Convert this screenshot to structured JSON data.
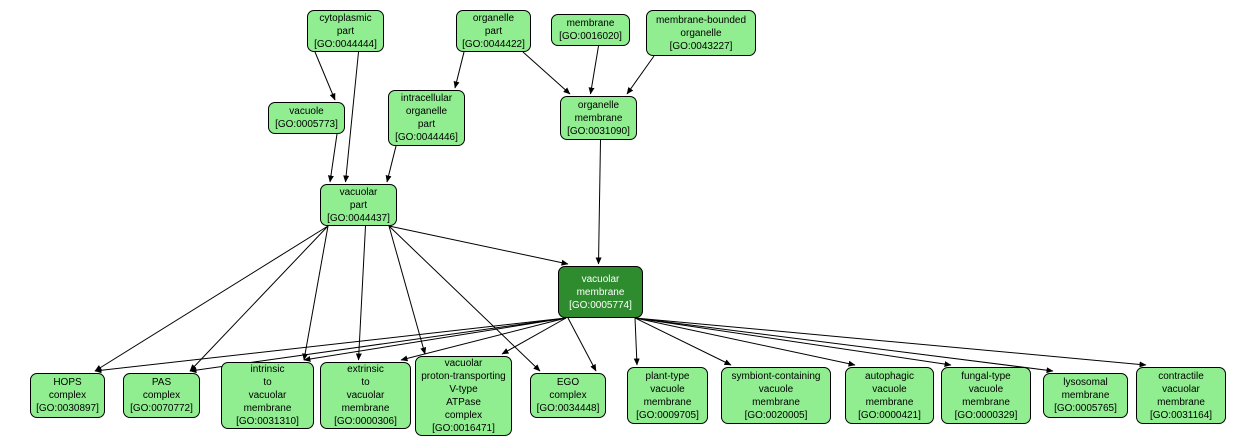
{
  "diagram": {
    "kind": "gene-ontology-term-graph",
    "background_color": "#ffffff",
    "node_fill_color": "#90ee90",
    "node_border_color": "#000000",
    "focus_node_fill_color": "#2e8b2e",
    "focus_node_text_color": "#ffffff",
    "edge_color": "#000000",
    "focus_node": "vacuolar_membrane"
  },
  "nodes": {
    "cytoplasmic_part": {
      "name": "cytoplasmic\npart",
      "id": "[GO:0044444]"
    },
    "organelle_part": {
      "name": "organelle\npart",
      "id": "[GO:0044422]"
    },
    "membrane": {
      "name": "membrane",
      "id": "[GO:0016020]"
    },
    "membrane_bounded_organelle": {
      "name": "membrane-bounded\norganelle",
      "id": "[GO:0043227]"
    },
    "vacuole": {
      "name": "vacuole",
      "id": "[GO:0005773]"
    },
    "intracellular_organelle_part": {
      "name": "intracellular\norganelle\npart",
      "id": "[GO:0044446]"
    },
    "organelle_membrane": {
      "name": "organelle\nmembrane",
      "id": "[GO:0031090]"
    },
    "vacuolar_part": {
      "name": "vacuolar\npart",
      "id": "[GO:0044437]"
    },
    "vacuolar_membrane": {
      "name": "vacuolar\nmembrane",
      "id": "[GO:0005774]"
    },
    "hops_complex": {
      "name": "HOPS\ncomplex",
      "id": "[GO:0030897]"
    },
    "pas_complex": {
      "name": "PAS\ncomplex",
      "id": "[GO:0070772]"
    },
    "intrinsic_to_vacuolar_membrane": {
      "name": "intrinsic\nto\nvacuolar\nmembrane",
      "id": "[GO:0031310]"
    },
    "extrinsic_to_vacuolar_membrane": {
      "name": "extrinsic\nto\nvacuolar\nmembrane",
      "id": "[GO:0000306]"
    },
    "vacuolar_proton_transporting_atpase_complex": {
      "name": "vacuolar\nproton-transporting\nV-type\nATPase\ncomplex",
      "id": "[GO:0016471]"
    },
    "ego_complex": {
      "name": "EGO\ncomplex",
      "id": "[GO:0034448]"
    },
    "plant_type_vacuole_membrane": {
      "name": "plant-type\nvacuole\nmembrane",
      "id": "[GO:0009705]"
    },
    "symbiont_containing_vacuole_membrane": {
      "name": "symbiont-containing\nvacuole\nmembrane",
      "id": "[GO:0020005]"
    },
    "autophagic_vacuole_membrane": {
      "name": "autophagic\nvacuole\nmembrane",
      "id": "[GO:0000421]"
    },
    "fungal_type_vacuole_membrane": {
      "name": "fungal-type\nvacuole\nmembrane",
      "id": "[GO:0000329]"
    },
    "lysosomal_membrane": {
      "name": "lysosomal\nmembrane",
      "id": "[GO:0005765]"
    },
    "contractile_vacuolar_membrane": {
      "name": "contractile\nvacuolar\nmembrane",
      "id": "[GO:0031164]"
    }
  },
  "edges": [
    {
      "from": "cytoplasmic_part",
      "to": "vacuole"
    },
    {
      "from": "cytoplasmic_part",
      "to": "vacuolar_part"
    },
    {
      "from": "organelle_part",
      "to": "intracellular_organelle_part"
    },
    {
      "from": "organelle_part",
      "to": "organelle_membrane"
    },
    {
      "from": "membrane",
      "to": "organelle_membrane"
    },
    {
      "from": "membrane_bounded_organelle",
      "to": "organelle_membrane"
    },
    {
      "from": "vacuole",
      "to": "vacuolar_part"
    },
    {
      "from": "intracellular_organelle_part",
      "to": "vacuolar_part"
    },
    {
      "from": "organelle_membrane",
      "to": "vacuolar_membrane"
    },
    {
      "from": "vacuolar_part",
      "to": "vacuolar_membrane"
    },
    {
      "from": "vacuolar_part",
      "to": "hops_complex"
    },
    {
      "from": "vacuolar_part",
      "to": "pas_complex"
    },
    {
      "from": "vacuolar_part",
      "to": "intrinsic_to_vacuolar_membrane"
    },
    {
      "from": "vacuolar_part",
      "to": "extrinsic_to_vacuolar_membrane"
    },
    {
      "from": "vacuolar_part",
      "to": "vacuolar_proton_transporting_atpase_complex"
    },
    {
      "from": "vacuolar_part",
      "to": "ego_complex"
    },
    {
      "from": "vacuolar_membrane",
      "to": "hops_complex"
    },
    {
      "from": "vacuolar_membrane",
      "to": "pas_complex"
    },
    {
      "from": "vacuolar_membrane",
      "to": "intrinsic_to_vacuolar_membrane"
    },
    {
      "from": "vacuolar_membrane",
      "to": "extrinsic_to_vacuolar_membrane"
    },
    {
      "from": "vacuolar_membrane",
      "to": "vacuolar_proton_transporting_atpase_complex"
    },
    {
      "from": "vacuolar_membrane",
      "to": "ego_complex"
    },
    {
      "from": "vacuolar_membrane",
      "to": "plant_type_vacuole_membrane"
    },
    {
      "from": "vacuolar_membrane",
      "to": "symbiont_containing_vacuole_membrane"
    },
    {
      "from": "vacuolar_membrane",
      "to": "autophagic_vacuole_membrane"
    },
    {
      "from": "vacuolar_membrane",
      "to": "fungal_type_vacuole_membrane"
    },
    {
      "from": "vacuolar_membrane",
      "to": "lysosomal_membrane"
    },
    {
      "from": "vacuolar_membrane",
      "to": "contractile_vacuolar_membrane"
    }
  ]
}
